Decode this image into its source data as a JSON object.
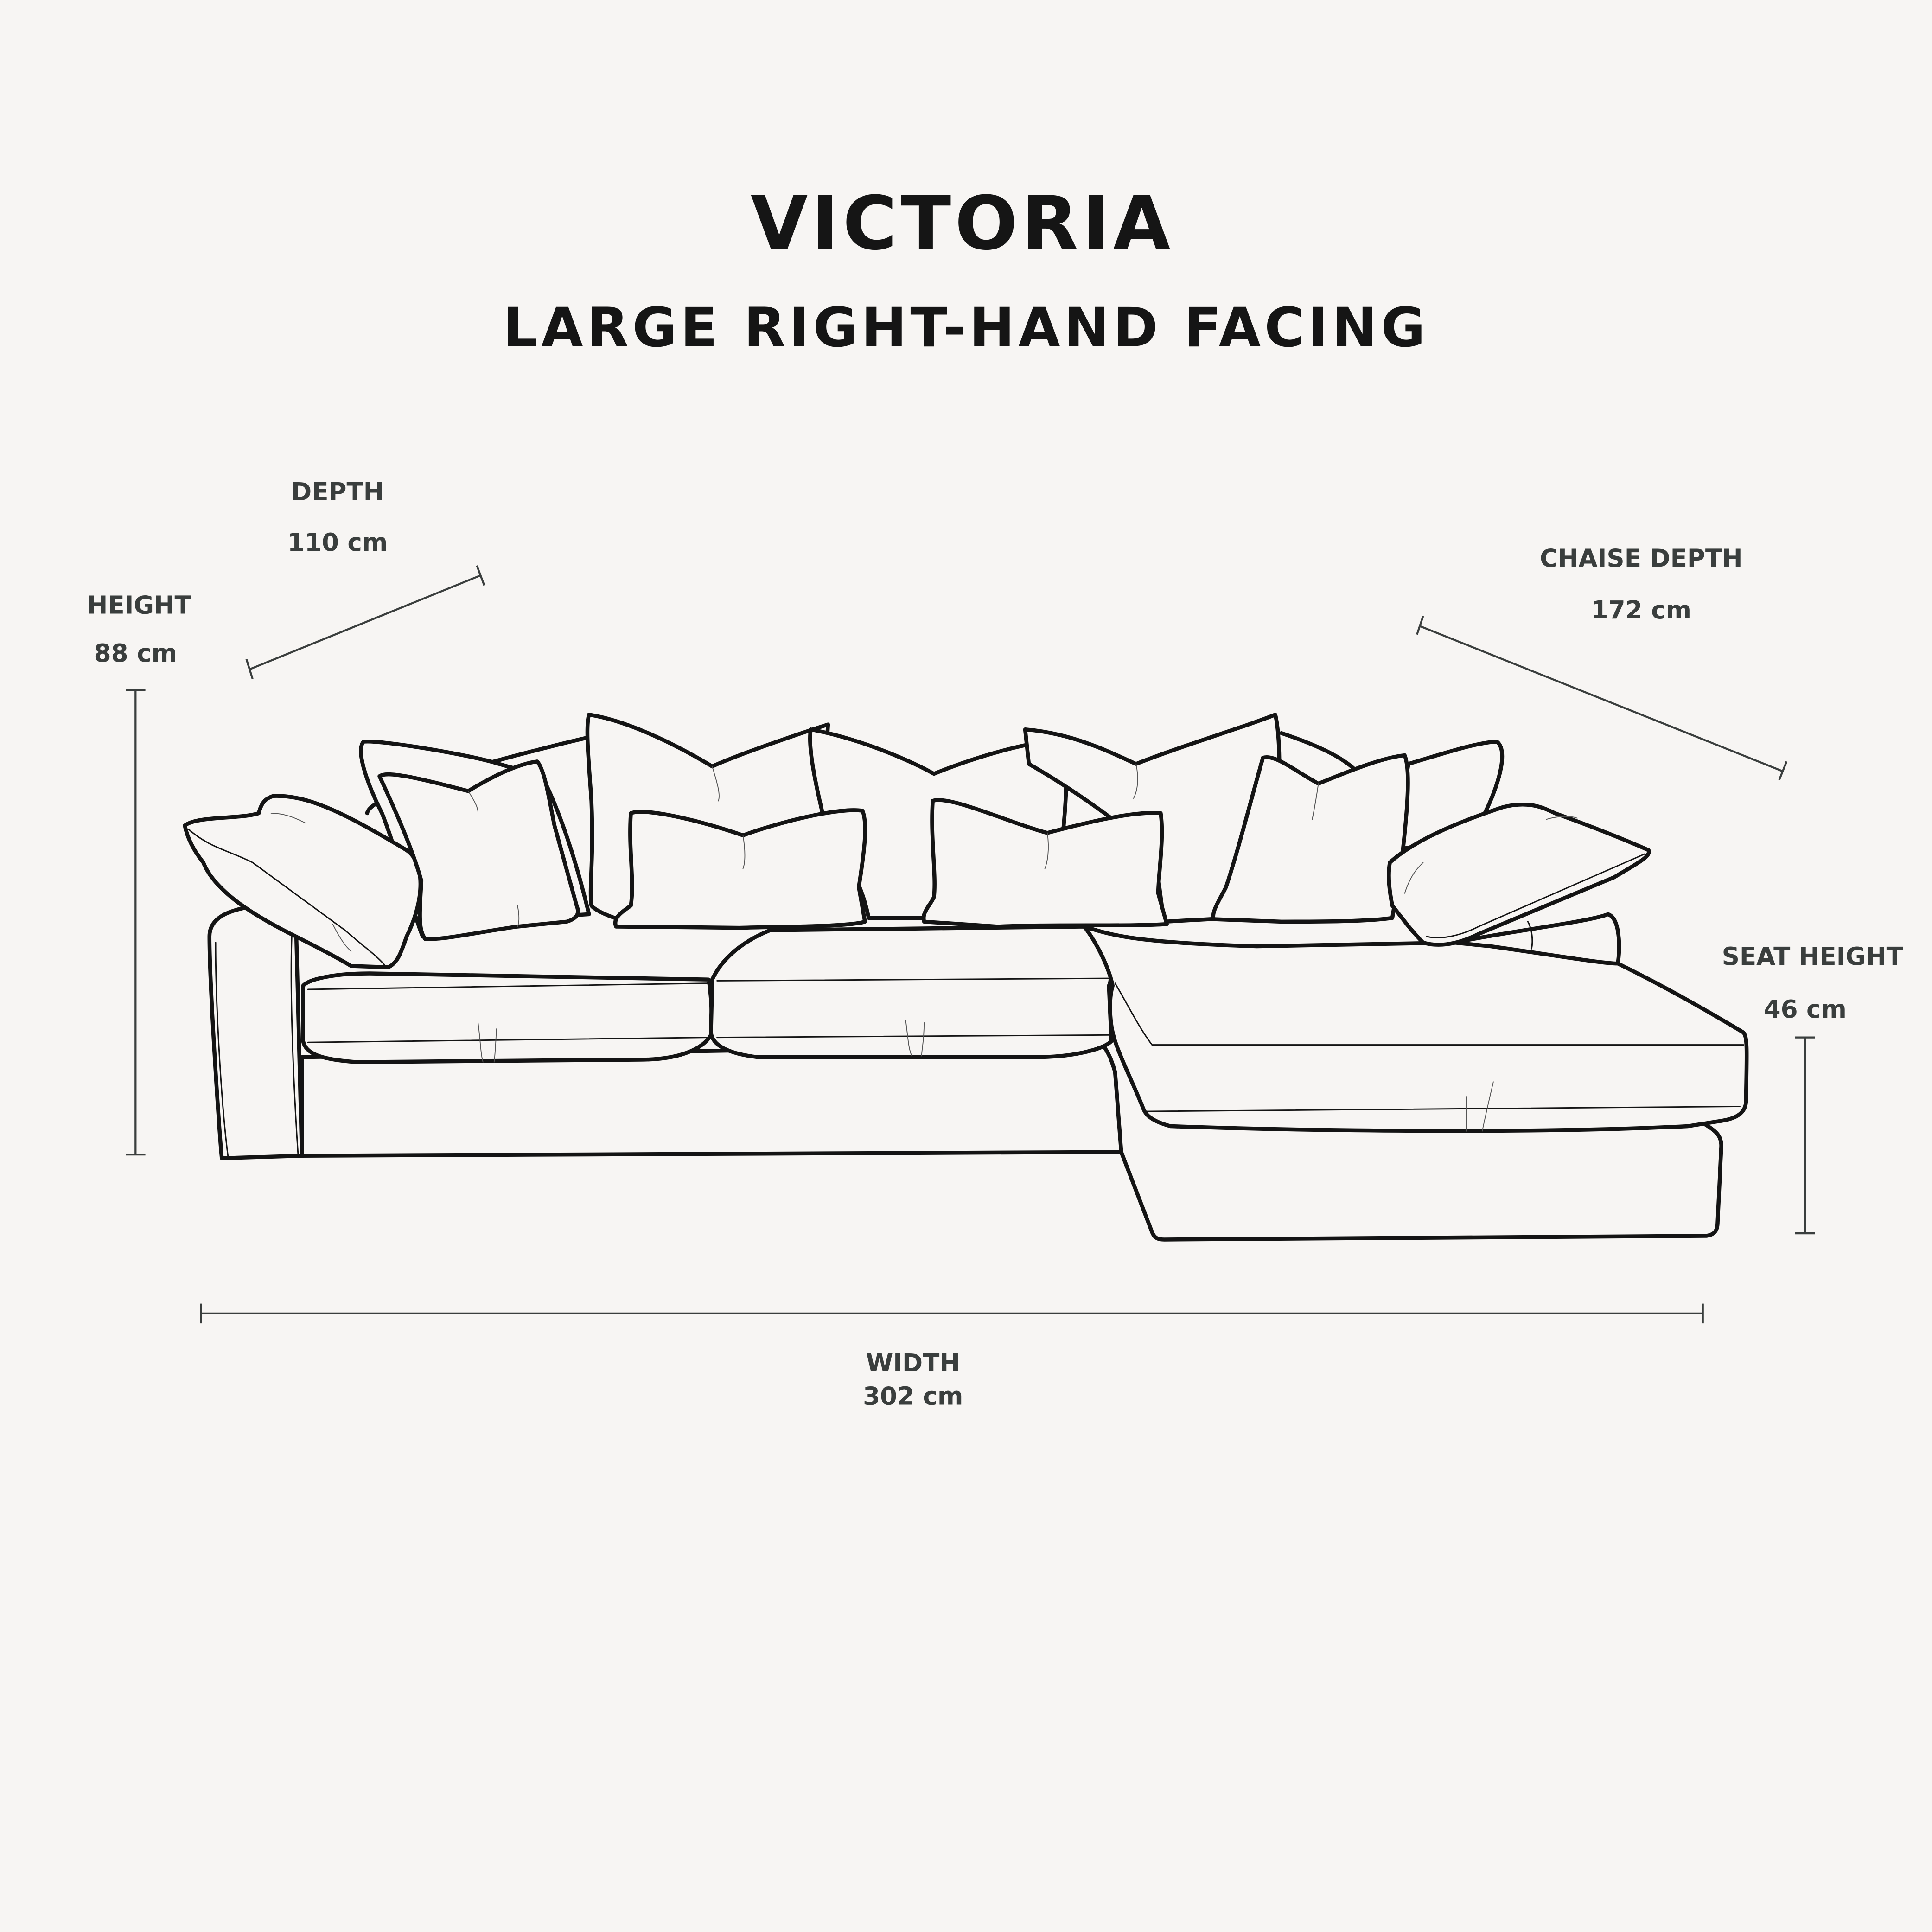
{
  "header": {
    "model_name": "VICTORIA",
    "configuration": "LARGE RIGHT-HAND FACING"
  },
  "dimensions": {
    "depth": {
      "label": "DEPTH",
      "value": "110 cm"
    },
    "height": {
      "label": "HEIGHT",
      "value": "88 cm"
    },
    "chaise_depth": {
      "label": "CHAISE DEPTH",
      "value": "172 cm"
    },
    "seat_height": {
      "label": "SEAT HEIGHT",
      "value": "46 cm"
    },
    "width": {
      "label": "WIDTH",
      "value": "302 cm"
    }
  },
  "colors": {
    "background": "#f7f5f3",
    "title_text": "#151515",
    "label_text": "#3a3e3d",
    "line_art": "#141414"
  }
}
